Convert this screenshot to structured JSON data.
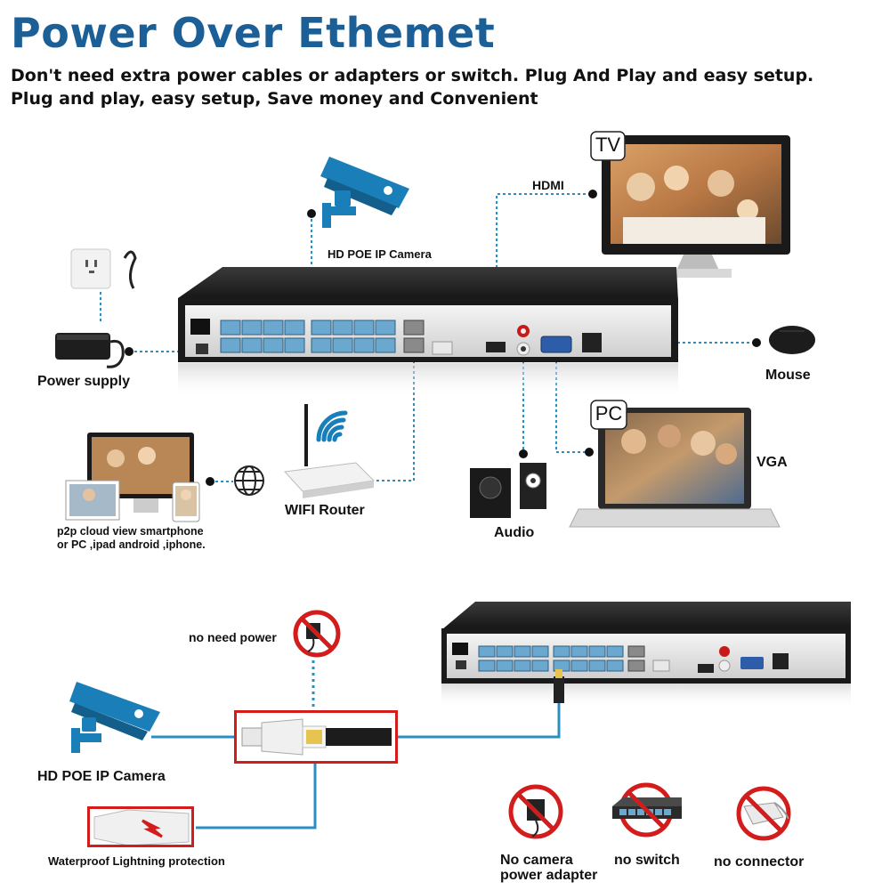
{
  "title": "Power Over Ethemet",
  "subtitle_line1": "Don't need extra power cables or adapters or switch. Plug And Play and easy setup.",
  "subtitle_line2": "Plug and play, easy setup, Save money and Convenient",
  "top_diagram": {
    "camera_label": "HD POE IP Camera",
    "hdmi_label": "HDMI",
    "tv_badge": "TV",
    "power_supply_label": "Power supply",
    "mouse_label": "Mouse",
    "pc_badge": "PC",
    "vga_label": "VGA",
    "router_label": "WIFI Router",
    "audio_label": "Audio",
    "p2p_line1": "p2p cloud view smartphone",
    "p2p_line2": "or PC ,ipad android ,iphone."
  },
  "bottom_diagram": {
    "no_need_power_label": "no need power",
    "camera_label": "HD POE IP Camera",
    "waterproof_label": "Waterproof Lightning protection",
    "no_adapter_line1": "No camera",
    "no_adapter_line2": "power adapter",
    "no_switch_label": "no switch",
    "no_connector_label": "no connector"
  },
  "colors": {
    "title_blue": "#1b5f96",
    "camera_blue": "#1a7fb8",
    "port_blue": "#6aa8cf",
    "line_teal": "#2a8fc0",
    "prohibit_red": "#d31c1c"
  }
}
